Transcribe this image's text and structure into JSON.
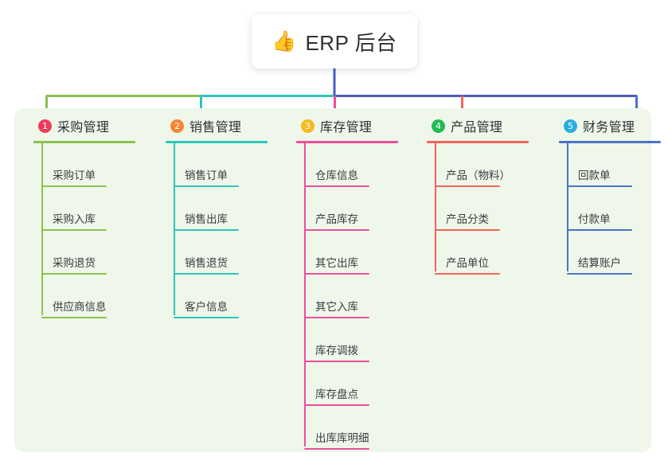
{
  "root": {
    "icon": "thumbs-up-icon",
    "icon_glyph": "👍",
    "title": "ERP 后台"
  },
  "colors": {
    "panel_bg": "#eef7e9",
    "page_bg": "#ffffff",
    "stem": "#4a5bbf",
    "bus_left": "#7cb342",
    "bus_mid": "#12c2b0",
    "bus_right": "#4a5bbf",
    "text": "#2f3136"
  },
  "columns": [
    {
      "index": "1",
      "title": "采购管理",
      "badge_color": "#ef3b5b",
      "line_color": "#8cc152",
      "items": [
        "采购订单",
        "采购入库",
        "采购退货",
        "供应商信息"
      ]
    },
    {
      "index": "2",
      "title": "销售管理",
      "badge_color": "#f58634",
      "line_color": "#2ec5ba",
      "items": [
        "销售订单",
        "销售出库",
        "销售退货",
        "客户信息"
      ]
    },
    {
      "index": "3",
      "title": "库存管理",
      "badge_color": "#f5b921",
      "line_color": "#ec4f9c",
      "items": [
        "仓库信息",
        "产品库存",
        "其它出库",
        "其它入库",
        "库存调拨",
        "库存盘点",
        "出库库明细"
      ]
    },
    {
      "index": "4",
      "title": "产品管理",
      "badge_color": "#22bb55",
      "line_color": "#f4645a",
      "items": [
        "产品（物料）",
        "产品分类",
        "产品单位"
      ]
    },
    {
      "index": "5",
      "title": "财务管理",
      "badge_color": "#29aee0",
      "line_color": "#4a73c8",
      "items": [
        "回款单",
        "付款单",
        "结算账户"
      ]
    }
  ]
}
